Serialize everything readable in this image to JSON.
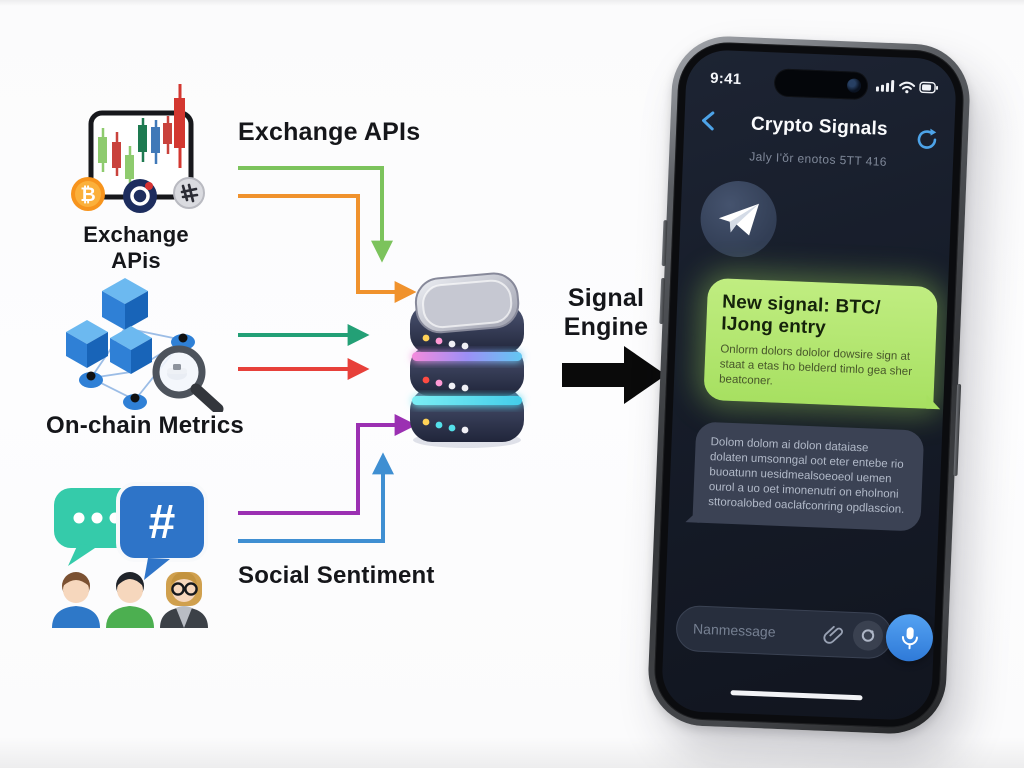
{
  "flow": {
    "source_exchange": {
      "caption": "Exchange APis"
    },
    "source_onchain": {
      "caption": "On-chain Metrics"
    },
    "source_social": {
      "caption": "Social Sentiment"
    },
    "label_exchange": "Exchange APIs",
    "engine": {
      "line1": "Signal",
      "line2": "Engine"
    },
    "arrow_colors": {
      "green": "#7cc35c",
      "orange": "#f0922d",
      "teal": "#23a076",
      "red": "#e7403a",
      "purple": "#9b30b2",
      "blue": "#3f8fd2",
      "output": "#0a0a0a"
    }
  },
  "phone": {
    "status_time": "9:41",
    "nav": {
      "title": "Crypto Signals",
      "subtitle": "Jaly I'ŏr enotos 5TT 416"
    },
    "messages": {
      "signal": {
        "title_line1": "New signal: BTC/",
        "title_line2": "IJong entry",
        "body": "Onlorm dolors dololor dowsire sign at staat a etas ho belderd timlo gea sher beatconer."
      },
      "detail": {
        "body": "Dolom dolom ai dolon dataiase dolaten umsonngal oot eter entebe rio buoatunn uesidmealsoeoeol uemen ourol a uo oet imonenutri on eholnoni sttoroalobed oaclafconring opdlascion."
      }
    },
    "composer": {
      "placeholder": "Nanmessage"
    },
    "accent_blue": "#4da3e8",
    "signal_green": "#a7e061"
  }
}
